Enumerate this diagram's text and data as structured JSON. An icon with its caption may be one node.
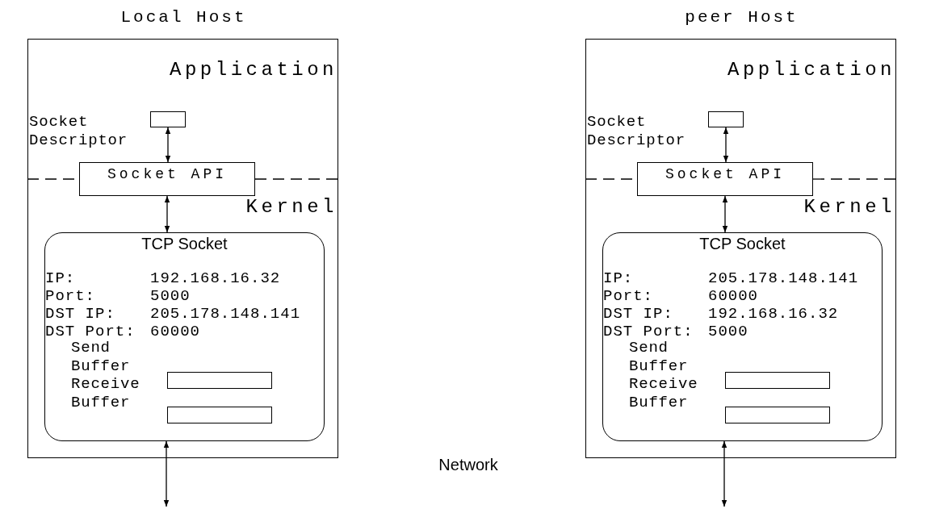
{
  "diagram": {
    "nodes": [
      {
        "text": [
          "Local Host",
          "Application",
          "Kernel"
        ]
      },
      {
        "text": [],
        "shape": "box",
        "in": 0,
        "beside": [
          "Socket Descriptor"
        ]
      },
      {
        "text": [
          "Socket API"
        ],
        "in": 0
      },
      {
        "text": [
          "TCP Socket",
          "IP:",
          "192.168.16.32",
          "Port:",
          "5000",
          "DST IP:",
          "205.178.148.141",
          "DST Port:",
          "60000"
        ],
        "in": 0
      },
      {
        "text": [],
        "shape": "box",
        "in": 3,
        "beside": [
          "Send Buffer"
        ]
      },
      {
        "text": [],
        "shape": "box",
        "in": 3,
        "beside": [
          "Receive Buffer"
        ]
      },
      {
        "text": [
          "peer Host",
          "Application",
          "Kernel"
        ]
      },
      {
        "text": [],
        "shape": "box",
        "in": 6,
        "beside": [
          "Socket Descriptor"
        ]
      },
      {
        "text": [
          "Socket API"
        ],
        "in": 6
      },
      {
        "text": [
          "TCP Socket",
          "IP:",
          "205.178.148.141",
          "Port:",
          "60000",
          "DST IP:",
          "192.168.16.32",
          "DST Port:",
          "5000"
        ],
        "in": 6
      },
      {
        "text": [],
        "shape": "box",
        "in": 9,
        "beside": [
          "Send Buffer"
        ]
      },
      {
        "text": [],
        "shape": "box",
        "in": 9,
        "beside": [
          "Receive Buffer"
        ]
      }
    ],
    "edges": [
      {
        "from": 1,
        "to": 2,
        "arrow": "both"
      },
      {
        "from": 2,
        "to": 3,
        "arrow": "both"
      },
      {
        "from": null,
        "to": 3,
        "arrow": "both"
      },
      {
        "from": 7,
        "to": 8,
        "arrow": "both"
      },
      {
        "from": 8,
        "to": 9,
        "arrow": "both"
      },
      {
        "from": null,
        "to": 9,
        "arrow": "both"
      }
    ],
    "labels": [
      "Network"
    ]
  }
}
